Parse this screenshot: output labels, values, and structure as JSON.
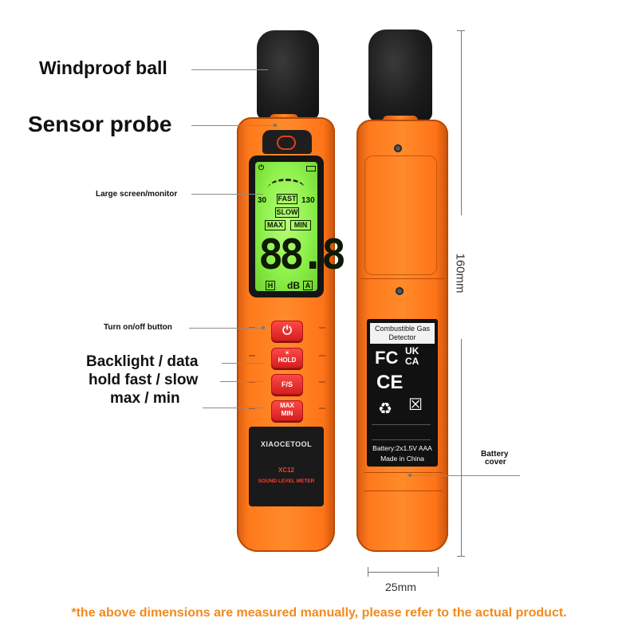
{
  "callouts": {
    "windproof_ball": "Windproof ball",
    "sensor_probe": "Sensor probe",
    "large_screen": "Large screen/monitor",
    "power_button": "Turn on/off button",
    "backlight_1": "Backlight / data",
    "backlight_2": "hold fast / slow",
    "backlight_3": "max / min",
    "battery_cover_1": "Battery",
    "battery_cover_2": "cover"
  },
  "lcd": {
    "low": "30",
    "high": "130",
    "fast": "FAST",
    "slow": "SLOW",
    "max": "MAX",
    "min": "MIN",
    "digits": "88.8",
    "h": "H",
    "db": "dB",
    "a": "A"
  },
  "buttons": {
    "hold": "HOLD",
    "fs": "F/S",
    "max": "MAX",
    "min": "MIN"
  },
  "brand": {
    "name": "XIAOCETOOL",
    "model": "XC12",
    "product": "SOUND LEVEL METER"
  },
  "sticker": {
    "title_1": "Combustible Gas",
    "title_2": "Detector",
    "battery": "Battery:2x1.5V AAA",
    "origin": "Made in China"
  },
  "dimensions": {
    "height": "160mm",
    "width": "25mm"
  },
  "footer": "*the above dimensions are measured manually, please refer to the actual product.",
  "colors": {
    "body": "#ff7a1c",
    "button": "#e02626",
    "lcd": "#8ef04a",
    "footer_text": "#f28a1e"
  },
  "icons": [
    "power-icon",
    "sun-icon",
    "fc-mark-icon",
    "ukca-mark-icon",
    "ce-mark-icon",
    "recycle-icon",
    "weee-bin-icon"
  ]
}
